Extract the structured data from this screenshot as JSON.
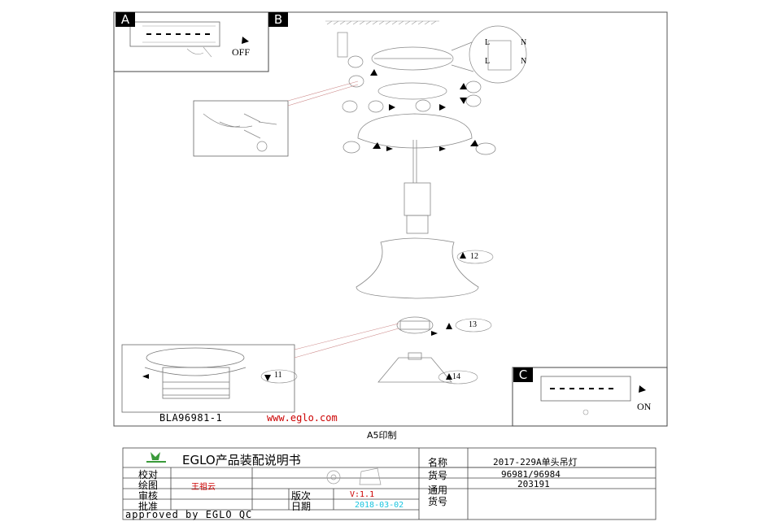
{
  "boxes": {
    "a_tag": "A",
    "b_tag": "B",
    "c_tag": "C",
    "a_switch": "OFF",
    "c_switch": "ON"
  },
  "wiring": {
    "l": "L",
    "n": "N"
  },
  "callouts": [
    "11",
    "12",
    "13",
    "14"
  ],
  "footer_left": {
    "code": "BLA96981-1",
    "site": "www.eglo.com"
  },
  "print_note": "A5印制",
  "title_block": {
    "company": "EGLO产品装配说明书",
    "rows_left": [
      "校对",
      "绘图",
      "审核",
      "批准"
    ],
    "drawn_by": "王祖云",
    "version_label": "版次",
    "version": "V:1.1",
    "date_label": "日期",
    "date": "2018-03-02",
    "approved": "approved by EGLO QC",
    "name_label": "名称",
    "name_value": "2017-229A单头吊灯",
    "item_label": "货号",
    "item_value": "96981/96984",
    "common_label": "通用",
    "common_label2": "货号",
    "common_value": "203191"
  },
  "colors": {
    "red": "#cc0000",
    "cyan": "#19c5e0"
  }
}
